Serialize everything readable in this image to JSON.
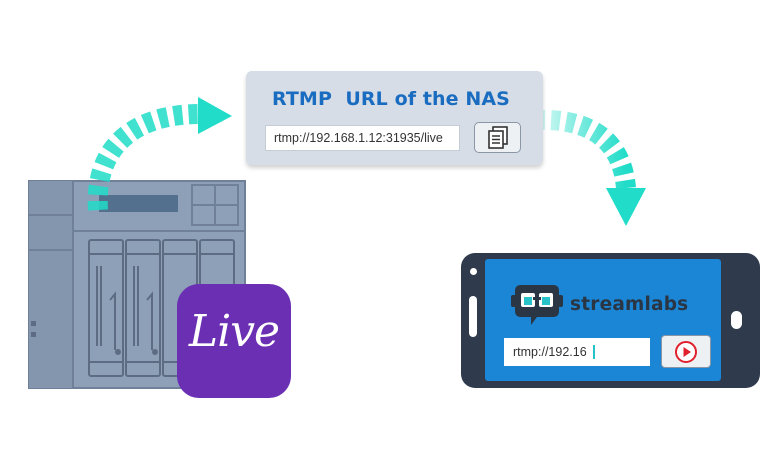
{
  "url_card": {
    "title": "RTMP  URL of the NAS",
    "url_value": "rtmp://192.168.1.12:31935/live",
    "copy_icon": "copy-document-icon"
  },
  "live_app": {
    "label": "Live",
    "color": "#6a2fb3"
  },
  "streamlabs": {
    "brand": "streamlabs",
    "field_value": "rtmp://192.16",
    "play_icon": "play-icon"
  },
  "colors": {
    "accent_arrow": "#20dcc8",
    "title_blue": "#1a6cc0",
    "nas_body": "#8ea0b8",
    "phone_body": "#2f3b4c",
    "phone_screen": "#1b85d6",
    "play_red": "#e0202c"
  }
}
